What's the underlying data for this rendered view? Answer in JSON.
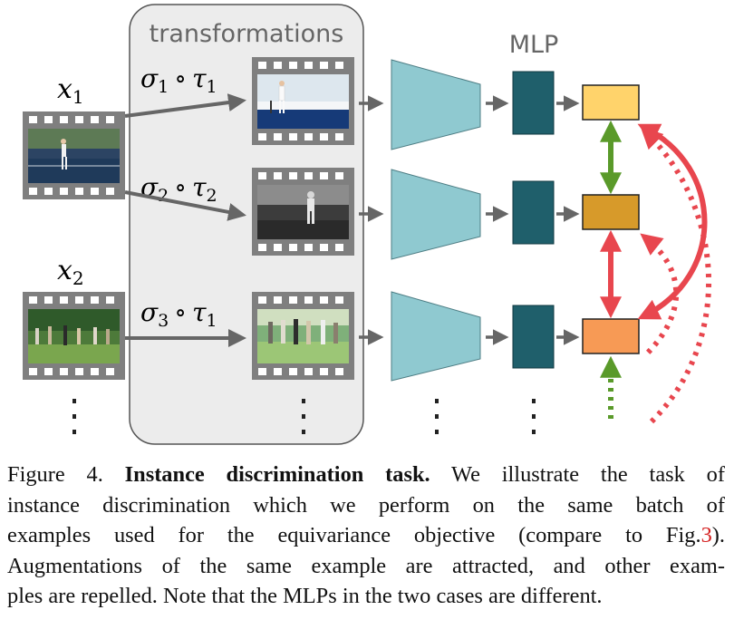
{
  "diagram": {
    "transformations_label": "transformations",
    "mlp_label": "MLP",
    "inputs": [
      {
        "symbol": "x",
        "subscript": "1"
      },
      {
        "symbol": "x",
        "subscript": "2"
      }
    ],
    "transforms": [
      {
        "sigma": "σ",
        "sigma_sub": "1",
        "op": "∘",
        "tau": "τ",
        "tau_sub": "1"
      },
      {
        "sigma": "σ",
        "sigma_sub": "2",
        "op": "∘",
        "tau": "τ",
        "tau_sub": "2"
      },
      {
        "sigma": "σ",
        "sigma_sub": "3",
        "op": "∘",
        "tau": "τ",
        "tau_sub": "1"
      }
    ],
    "colors": {
      "encoder": "#8fc9d0",
      "mlp": "#1f5f6b",
      "film": "#7f7f7f",
      "embedding_1": "#ffd36b",
      "embedding_2": "#d79a2a",
      "embedding_3": "#f79a55",
      "attract": "#5a9a2a",
      "repel": "#e8464e"
    }
  },
  "caption": {
    "prefix": "Figure 4. ",
    "bold": "Instance discrimination task.",
    "lines": [
      " We illustrate the task of",
      "instance discrimination which we perform on the same batch of",
      "examples used for the equivariance objective (compare to Fig.",
      "Augmentations of the same example are attracted, and other exam-",
      "ples are repelled. Note that the MLPs in the two cases are different."
    ],
    "fig_ref": "3",
    "ref_suffix": ")."
  }
}
